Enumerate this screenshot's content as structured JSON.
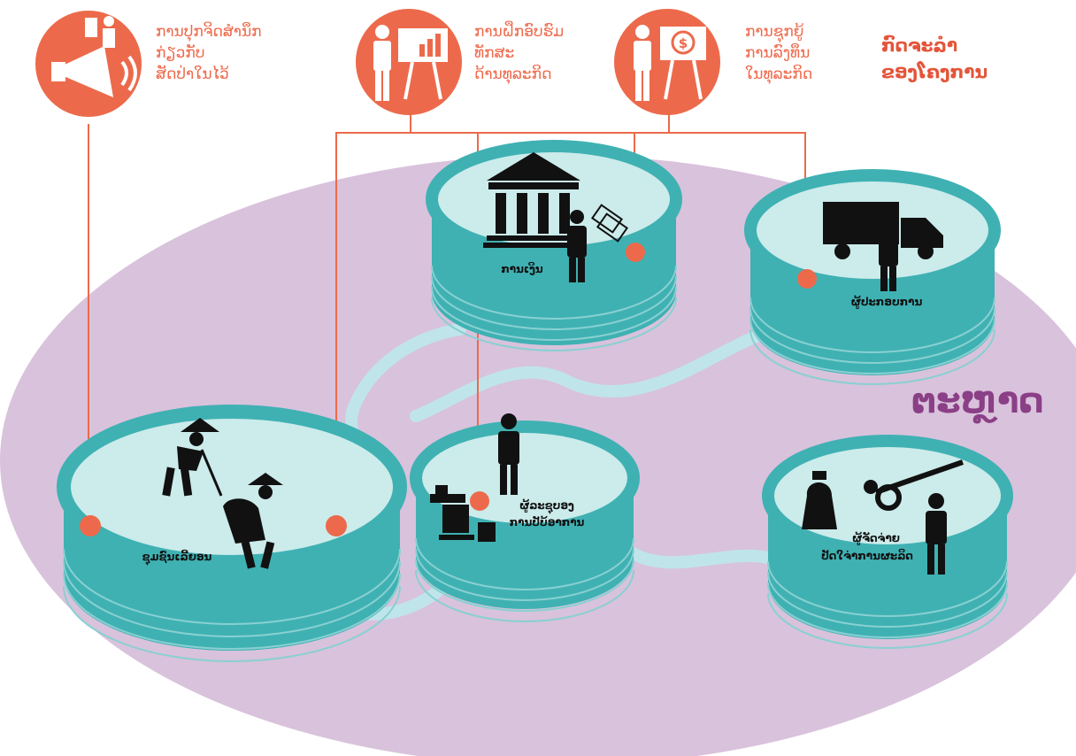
{
  "header": {
    "title_lines": [
      "ກົດຈະລຳ",
      "ຂອງໂຄງການ"
    ],
    "roles": [
      {
        "icon": "megaphone-icon",
        "lines": [
          "ການປຸກຈິດສຳນຶກ",
          "ກ່ຽວກັບ",
          "ສັດປ່າໃນໄວ້"
        ]
      },
      {
        "icon": "presentation-chart-icon",
        "lines": [
          "ການຝຶກອົບຮົມ",
          "ທັກສະ",
          "ດ້ານທຸລະກິດ"
        ]
      },
      {
        "icon": "presentation-dollar-icon",
        "lines": [
          "ການຊຸກຍູ້",
          "ການລົງທຶນ",
          "ໃນທຸລະກິດ"
        ]
      }
    ]
  },
  "market_label": "ຕະຫຼາດ",
  "participants": {
    "bank": "ການເງິນ",
    "transporter": "ຜູ້ປະກອບການ",
    "farmers": "ຊຸມຊົນເລີ້ຍອນ",
    "processor": [
      "ຜູ້ລະຊຸບອງ",
      "ການປັບ້ອາການ"
    ],
    "distributor": [
      "ຜູ້ຈັດຈ່າຍ",
      "ປັດໃຈ່າການຜະລິດ"
    ]
  },
  "colors": {
    "accent": "#ec6a4b",
    "market_ellipse": "#d9c2dc",
    "pool_wall": "#3fb1b3",
    "pool_floor": "#ccebeb",
    "flow": "#bfe5ea",
    "market_text": "#8a3f86"
  }
}
